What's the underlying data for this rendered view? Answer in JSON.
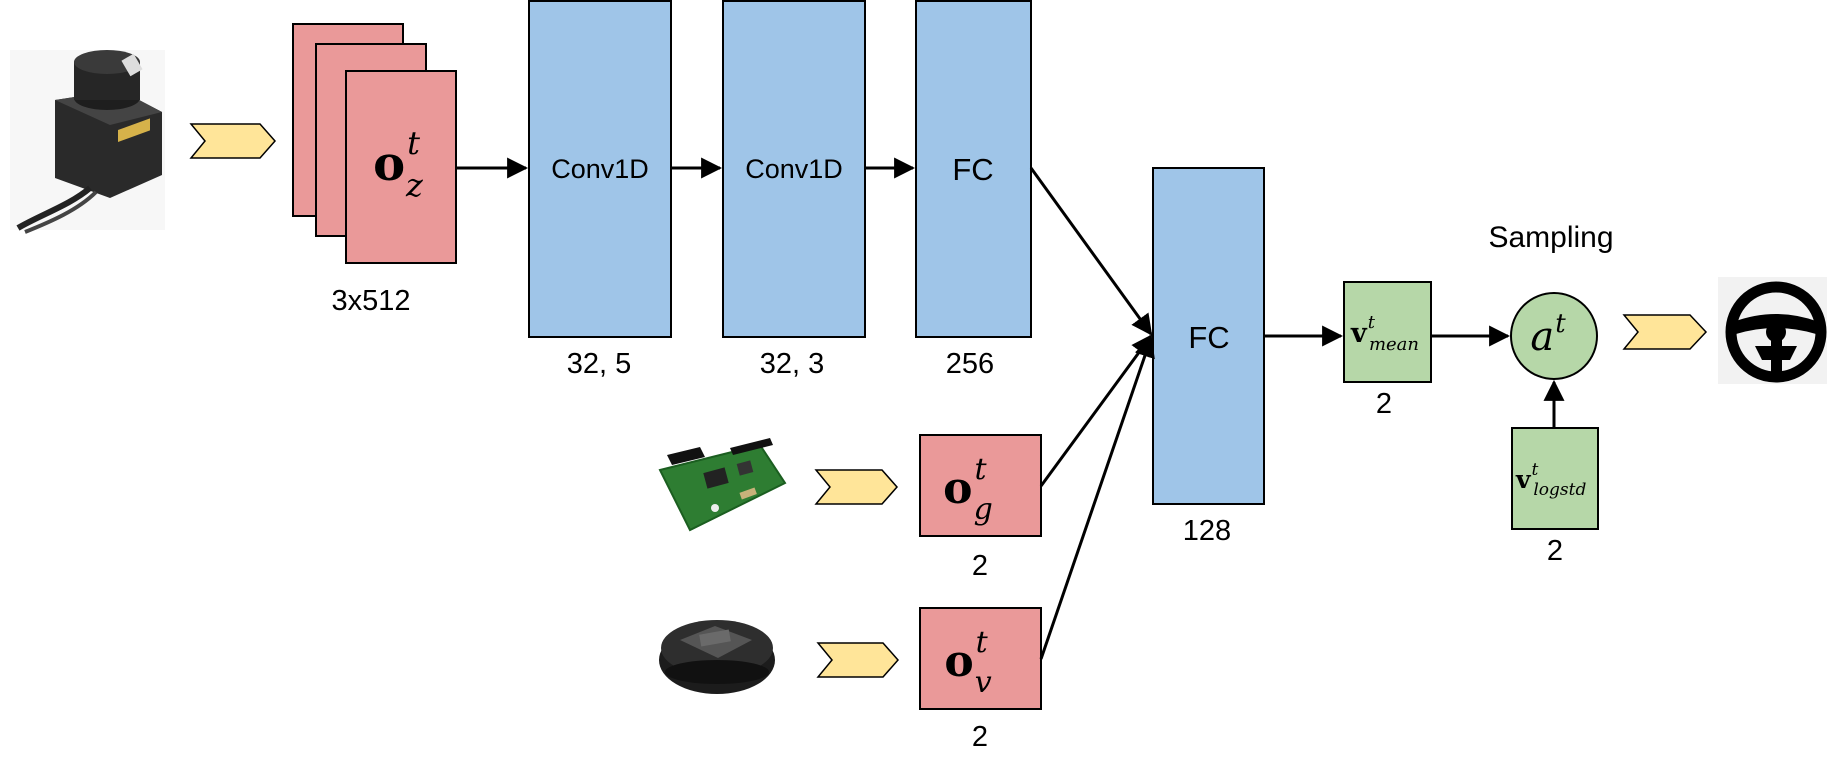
{
  "colors": {
    "obs_fill": "#ea9999",
    "layer_fill": "#9fc5e8",
    "policy_fill": "#b6d7a8",
    "chevron_fill": "#ffe599",
    "stroke": "#000000"
  },
  "icons": {
    "lidar": "lidar-sensor-icon",
    "board": "circuit-board-icon",
    "robot": "mobile-robot-icon",
    "wheel": "steering-wheel-icon"
  },
  "laser_obs": {
    "symbol": "o",
    "superscript": "t",
    "subscript": "z",
    "size": "3x512"
  },
  "layers": {
    "conv1": {
      "label": "Conv1D",
      "params": "32, 5"
    },
    "conv2": {
      "label": "Conv1D",
      "params": "32, 3"
    },
    "fc1": {
      "label": "FC",
      "params": "256"
    },
    "fc2": {
      "label": "FC",
      "params": "128"
    }
  },
  "goal_obs": {
    "symbol": "o",
    "superscript": "t",
    "subscript": "g",
    "size": "2"
  },
  "vel_obs": {
    "symbol": "o",
    "superscript": "t",
    "subscript": "v",
    "size": "2"
  },
  "v_mean": {
    "symbol": "v",
    "superscript": "t",
    "subscript": "mean",
    "size": "2"
  },
  "v_logstd": {
    "symbol": "v",
    "superscript": "t",
    "subscript": "logstd",
    "size": "2"
  },
  "action": {
    "symbol": "a",
    "superscript": "t"
  },
  "sampling_label": "Sampling"
}
